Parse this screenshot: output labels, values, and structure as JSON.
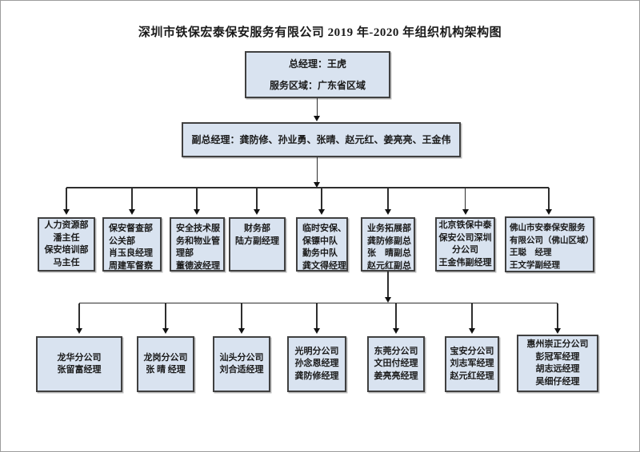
{
  "title": "深圳市铁保宏泰保安服务有限公司 2019 年-2020 年组织机构架构图",
  "colors": {
    "box_fill": "#d9e3f0",
    "box_border": "#404040",
    "connector": "#2e2e2e"
  },
  "org": {
    "general_manager": {
      "lines": [
        "总经理：王虎",
        "服务区域：广东省区域"
      ]
    },
    "deputy_general_managers": {
      "lines": [
        "副总经理：龚防修、孙业勇、张晴、赵元红、姜亮亮、王金伟"
      ]
    },
    "departments": [
      {
        "id": "hr-training",
        "lines": [
          "人力资源部",
          "潘主任",
          "保安培训部",
          "马主任"
        ]
      },
      {
        "id": "supervision-pr",
        "lines": [
          "保安督查部",
          "公关部",
          "肖玉良经理",
          "周建军督察"
        ]
      },
      {
        "id": "tech-property",
        "lines": [
          "安全技术服",
          "务和物业管",
          "理部",
          "董德波经理"
        ]
      },
      {
        "id": "finance",
        "lines": [
          "财务部",
          "陆方副经理"
        ]
      },
      {
        "id": "temp-security",
        "lines": [
          "临时安保、",
          "保镖中队",
          "勤务中队",
          "龚文得经理"
        ]
      },
      {
        "id": "business-dev",
        "lines": [
          "业务拓展部",
          "龚防修副总",
          "张　晴副总",
          "赵元红副总"
        ]
      },
      {
        "id": "beijing-tiebao",
        "lines": [
          "北京铁保中泰",
          "保安公司深圳",
          "分公司",
          "王金伟副经理"
        ]
      },
      {
        "id": "foshan-antai",
        "lines": [
          "佛山市安泰保安服务",
          "有限公司（佛山区域）",
          "王聪　经理",
          "王文学副经理"
        ]
      }
    ],
    "branches": [
      {
        "id": "longhua",
        "lines": [
          "龙华分公司",
          "张留富经理"
        ]
      },
      {
        "id": "longgang",
        "lines": [
          "龙岗分公司",
          "张 晴 经理"
        ]
      },
      {
        "id": "shantou",
        "lines": [
          "汕头分公司",
          "刘合适经理"
        ]
      },
      {
        "id": "guangming",
        "lines": [
          "光明分公司",
          "孙念恩经理",
          "龚防修经理"
        ]
      },
      {
        "id": "dongguan",
        "lines": [
          "东莞分公司",
          "文田付经理",
          "姜亮亮经理"
        ]
      },
      {
        "id": "baoan",
        "lines": [
          "宝安分公司",
          "刘志军经理",
          "赵元红经理"
        ]
      },
      {
        "id": "huizhou",
        "lines": [
          "惠州崇正分公司",
          "彭冠军经理",
          "胡志远经理",
          "吴细仔经理"
        ]
      }
    ]
  }
}
